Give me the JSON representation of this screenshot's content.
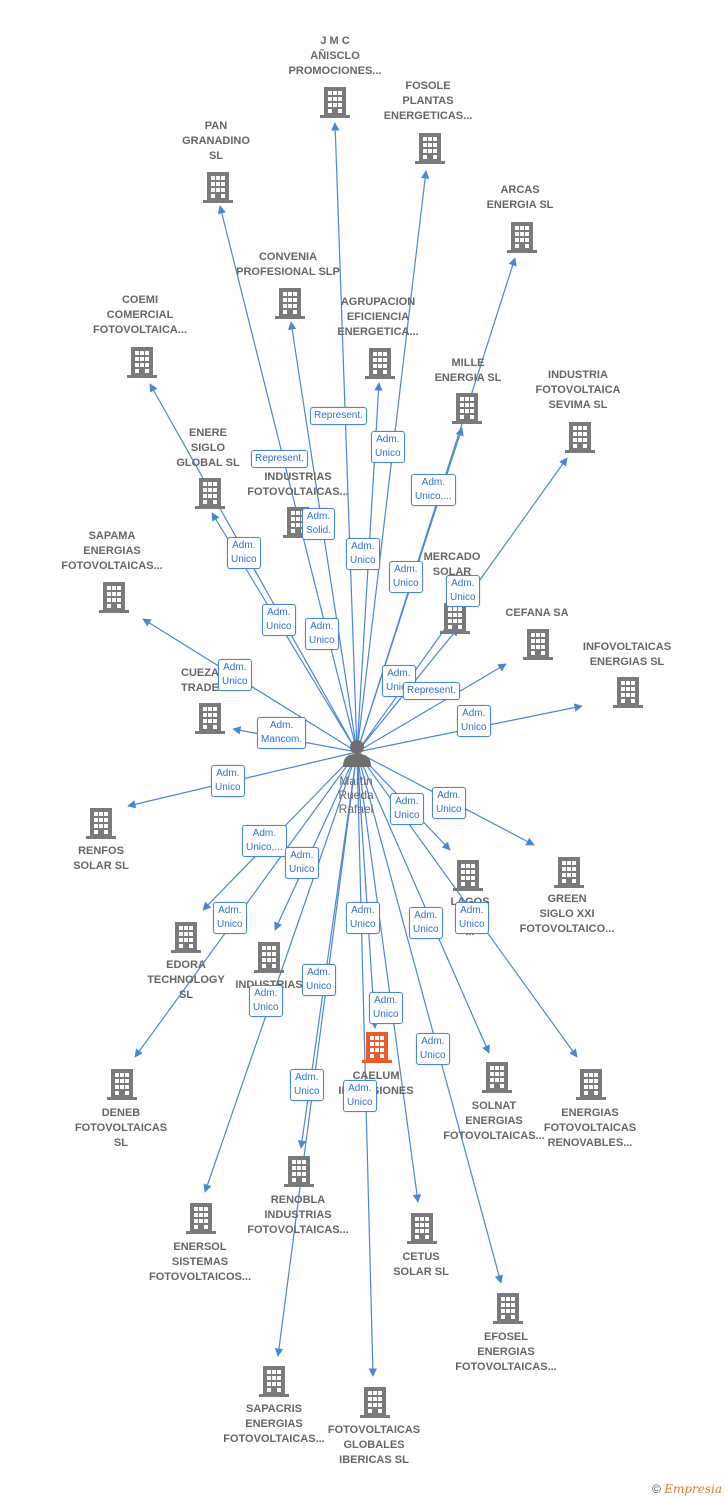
{
  "colors": {
    "edge": "#4a86d6",
    "building": "#7a7a7a",
    "highlight": "#ec5a2e",
    "person": "#6f6f6f",
    "label": "#666666"
  },
  "center": {
    "name": "Martin\nRueda\nRafael",
    "icon": "person-icon"
  },
  "nodes": [
    {
      "id": "jmc",
      "label": "J M C\nAÑISCLO\nPROMOCIONES..."
    },
    {
      "id": "fosole",
      "label": "FOSOLE\nPLANTAS\nENERGETICAS..."
    },
    {
      "id": "pan",
      "label": "PAN\nGRANADINO\nSL"
    },
    {
      "id": "arcas",
      "label": "ARCAS\nENERGIA  SL"
    },
    {
      "id": "convenia",
      "label": "CONVENIA\nPROFESIONAL SLP"
    },
    {
      "id": "agrupacion",
      "label": "AGRUPACION\nEFICIENCIA\nENERGETICA..."
    },
    {
      "id": "coemi",
      "label": "COEMI\nCOMERCIAL\nFOTOVOLTAICA..."
    },
    {
      "id": "mille",
      "label": "MILLE\nENERGIA  SL"
    },
    {
      "id": "sevima",
      "label": "INDUSTRIA\nFOTOVOLTAICA\nSEVIMA  SL"
    },
    {
      "id": "enere",
      "label": "ENERE\nSIGLO\nGLOBAL  SL"
    },
    {
      "id": "industrias1",
      "label": "INDUSTRIAS\nFOTOVOLTAICAS..."
    },
    {
      "id": "sapama",
      "label": "SAPAMA\nENERGIAS\nFOTOVOLTAICAS..."
    },
    {
      "id": "mercado",
      "label": "MERCADO\nSOLAR\n..."
    },
    {
      "id": "cefana",
      "label": "CEFANA SA"
    },
    {
      "id": "infovoltaicas",
      "label": "INFOVOLTAICAS\nENERGIAS  SL"
    },
    {
      "id": "cueza",
      "label": "CUEZA\nTRADE"
    },
    {
      "id": "renfos",
      "label": "RENFOS\nSOLAR  SL"
    },
    {
      "id": "lagos",
      "label": "LAGOS\n...AS\n..."
    },
    {
      "id": "green",
      "label": "GREEN\nSIGLO XXI\nFOTOVOLTAICO..."
    },
    {
      "id": "edora",
      "label": "EDORA\nTECHNOLOGY\nSL"
    },
    {
      "id": "industrias2",
      "label": "INDUSTRIAS\n..."
    },
    {
      "id": "caelum",
      "label": "CAELUM\nINVERSIONES"
    },
    {
      "id": "deneb",
      "label": "DENEB\nFOTOVOLTAICAS\nSL"
    },
    {
      "id": "solnat",
      "label": "SOLNAT\nENERGIAS\nFOTOVOLTAICAS..."
    },
    {
      "id": "efr",
      "label": "ENERGIAS\nFOTOVOLTAICAS\nRENOVABLES..."
    },
    {
      "id": "renobla",
      "label": "RENOBLA\nINDUSTRIAS\nFOTOVOLTAICAS..."
    },
    {
      "id": "enersol",
      "label": "ENERSOL\nSISTEMAS\nFOTOVOLTAICOS..."
    },
    {
      "id": "cetus",
      "label": "CETUS\nSOLAR SL"
    },
    {
      "id": "efosel",
      "label": "EFOSEL\nENERGIAS\nFOTOVOLTAICAS..."
    },
    {
      "id": "sapacris",
      "label": "SAPACRIS\nENERGIAS\nFOTOVOLTAICAS..."
    },
    {
      "id": "globales",
      "label": "FOTOVOLTAICAS\nGLOBALES\nIBERICAS  SL"
    }
  ],
  "edge_labels": [
    "Represent.",
    "Adm.\nUnico",
    "Represent.",
    "Adm.\nUnico,...",
    "Adm.\nSolid.",
    "Adm.\nUnico",
    "Adm.\nUnico",
    "Adm.\nUnico",
    "Adm.\nUnico",
    "Adm.\nUnico",
    "Adm.\nUnico",
    "Adm.\nUnico",
    "Adm.\nUnico",
    "Represent.",
    "Adm.\nUnico",
    "Adm.\nMancom.",
    "Adm.\nUnico",
    "Adm.\nUnico",
    "Adm.\nUnico",
    "Adm.\nUnico,...",
    "Adm.\nUnico",
    "Adm.\nUnico",
    "Adm.\nUnico",
    "Adm.\nUnico",
    "Adm.\nUnico",
    "Adm.\nUnico",
    "Adm.\nUnico",
    "Adm.\nUnico",
    "Adm.\nUnico",
    "Adm.\nUnico",
    "Adm.\nUnico"
  ],
  "footer": {
    "copyright": "©",
    "brand": "Empresia"
  }
}
